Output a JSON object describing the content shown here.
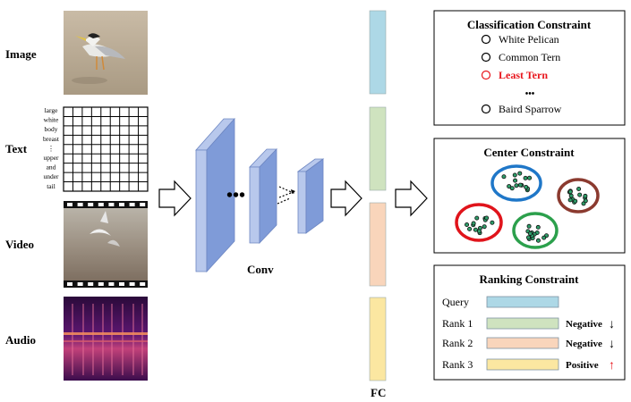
{
  "modalities": [
    {
      "label": "Image"
    },
    {
      "label": "Text"
    },
    {
      "label": "Video"
    },
    {
      "label": "Audio"
    }
  ],
  "text_words": [
    "large",
    "white",
    "body",
    "breast",
    "⋮",
    "upper",
    "and",
    "under",
    "tail"
  ],
  "conv_label": "Conv",
  "fc_label": "FC",
  "fc_colors": [
    "#add8e6",
    "#cfe3bf",
    "#f9d5bb",
    "#fbe7a1"
  ],
  "classification": {
    "title": "Classification Constraint",
    "items": [
      {
        "text": "White Pelican",
        "color": "#000000"
      },
      {
        "text": "Common Tern",
        "color": "#000000"
      },
      {
        "text": "Least Tern",
        "color": "#e8141b",
        "bold": true
      },
      {
        "text": "Baird Sparrow",
        "color": "#000000"
      }
    ],
    "ellipsis": "•••"
  },
  "center": {
    "title": "Center Constraint",
    "cluster_colors": [
      "#1f77c8",
      "#8b3a2f",
      "#e0141b",
      "#2ca04c"
    ]
  },
  "ranking": {
    "title": "Ranking Constraint",
    "rows": [
      {
        "label": "Query",
        "color": "#add8e6",
        "tag": "",
        "arrow": "",
        "arrow_color": "#000000"
      },
      {
        "label": "Rank 1",
        "color": "#cfe3bf",
        "tag": "Negative",
        "arrow": "↓",
        "arrow_color": "#000000"
      },
      {
        "label": "Rank 2",
        "color": "#f9d5bb",
        "tag": "Negative",
        "arrow": "↓",
        "arrow_color": "#000000"
      },
      {
        "label": "Rank 3",
        "color": "#fbe7a1",
        "tag": "Positive",
        "arrow": "↑",
        "arrow_color": "#e8141b"
      }
    ]
  },
  "conv_color": "#7f9bd8",
  "conv_side_color": "#b8c8ec"
}
